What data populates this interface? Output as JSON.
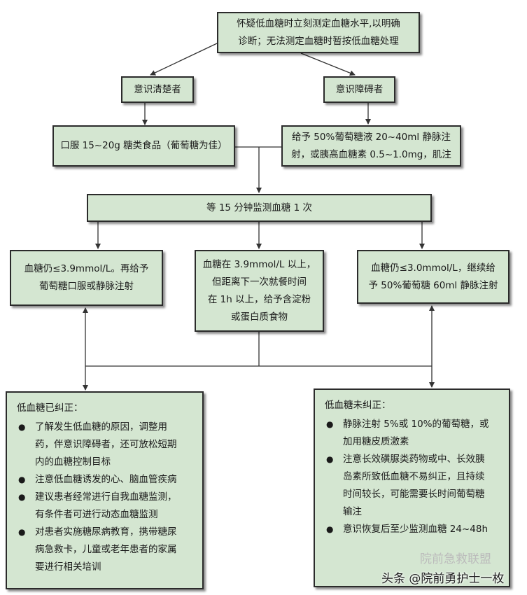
{
  "top": {
    "line1": "怀疑低血糖时立刻测定血糖水平,以明确",
    "line2": "诊断；无法测定血糖时暂按低血糖处理"
  },
  "conscious": {
    "label": "意识清楚者"
  },
  "impaired": {
    "label": "意识障碍者"
  },
  "oral": {
    "text": "口服 15~20g 糖类食品（葡萄糖为佳）"
  },
  "iv": {
    "line1": "给予 50%葡萄糖液 20~40ml 静脉注",
    "line2": "射，或胰高血糖素 0.5~1.0mg，肌注"
  },
  "monitor": {
    "text": "等 15 分钟监测血糖 1 次"
  },
  "low": {
    "line1": "血糖仍≤3.9mmol/L。再给予",
    "line2": "葡萄糖口服或静脉注射"
  },
  "normal": {
    "line1": "血糖在 3.9mmol/L 以上，",
    "line2": "但距离下一次就餐时间",
    "line3": "在 1h 以上，给予含淀粉",
    "line4": "或蛋白质食物"
  },
  "verylow": {
    "line1": "血糖仍≤3.0mmol/L，继续给",
    "line2": "予 50%葡萄糖 60ml 静脉注射"
  },
  "corrected": {
    "title": "低血糖已纠正：",
    "items": [
      {
        "lines": [
          "了解发生低血糖的原因，调整用",
          "药，伴意识障碍者，还可放松短期",
          "内的血糖控制目标"
        ]
      },
      {
        "lines": [
          "注意低血糖诱发的心、脑血管疾病"
        ]
      },
      {
        "lines": [
          "建议患者经常进行自我血糖监测，",
          "有条件者可进行动态血糖监测"
        ]
      },
      {
        "lines": [
          "对患者实施糖尿病教育，携带糖尿",
          "病急救卡，儿童或老年患者的家属",
          "要进行相关培训"
        ]
      }
    ]
  },
  "uncorrected": {
    "title": "低血糖未纠正：",
    "items": [
      {
        "lines": [
          "静脉注射 5%或 10%的葡萄糖，或",
          "加用糖皮质激素"
        ]
      },
      {
        "lines": [
          "注意长效磺脲类药物或中、长效胰",
          "岛素所致低血糖不易纠正，且持续",
          "时间较长，可能需要长时间葡萄糖",
          "输注"
        ]
      },
      {
        "lines": [
          "意识恢复后至少监测血糖 24~48h"
        ]
      }
    ]
  },
  "bullet_symbol": "●",
  "watermark": {
    "text": "头条 @院前勇护士一枚",
    "faded": "院前急救联盟"
  },
  "colors": {
    "box_fill": "#d4e6d1",
    "border": "#2b2b2b",
    "line": "#333333"
  }
}
